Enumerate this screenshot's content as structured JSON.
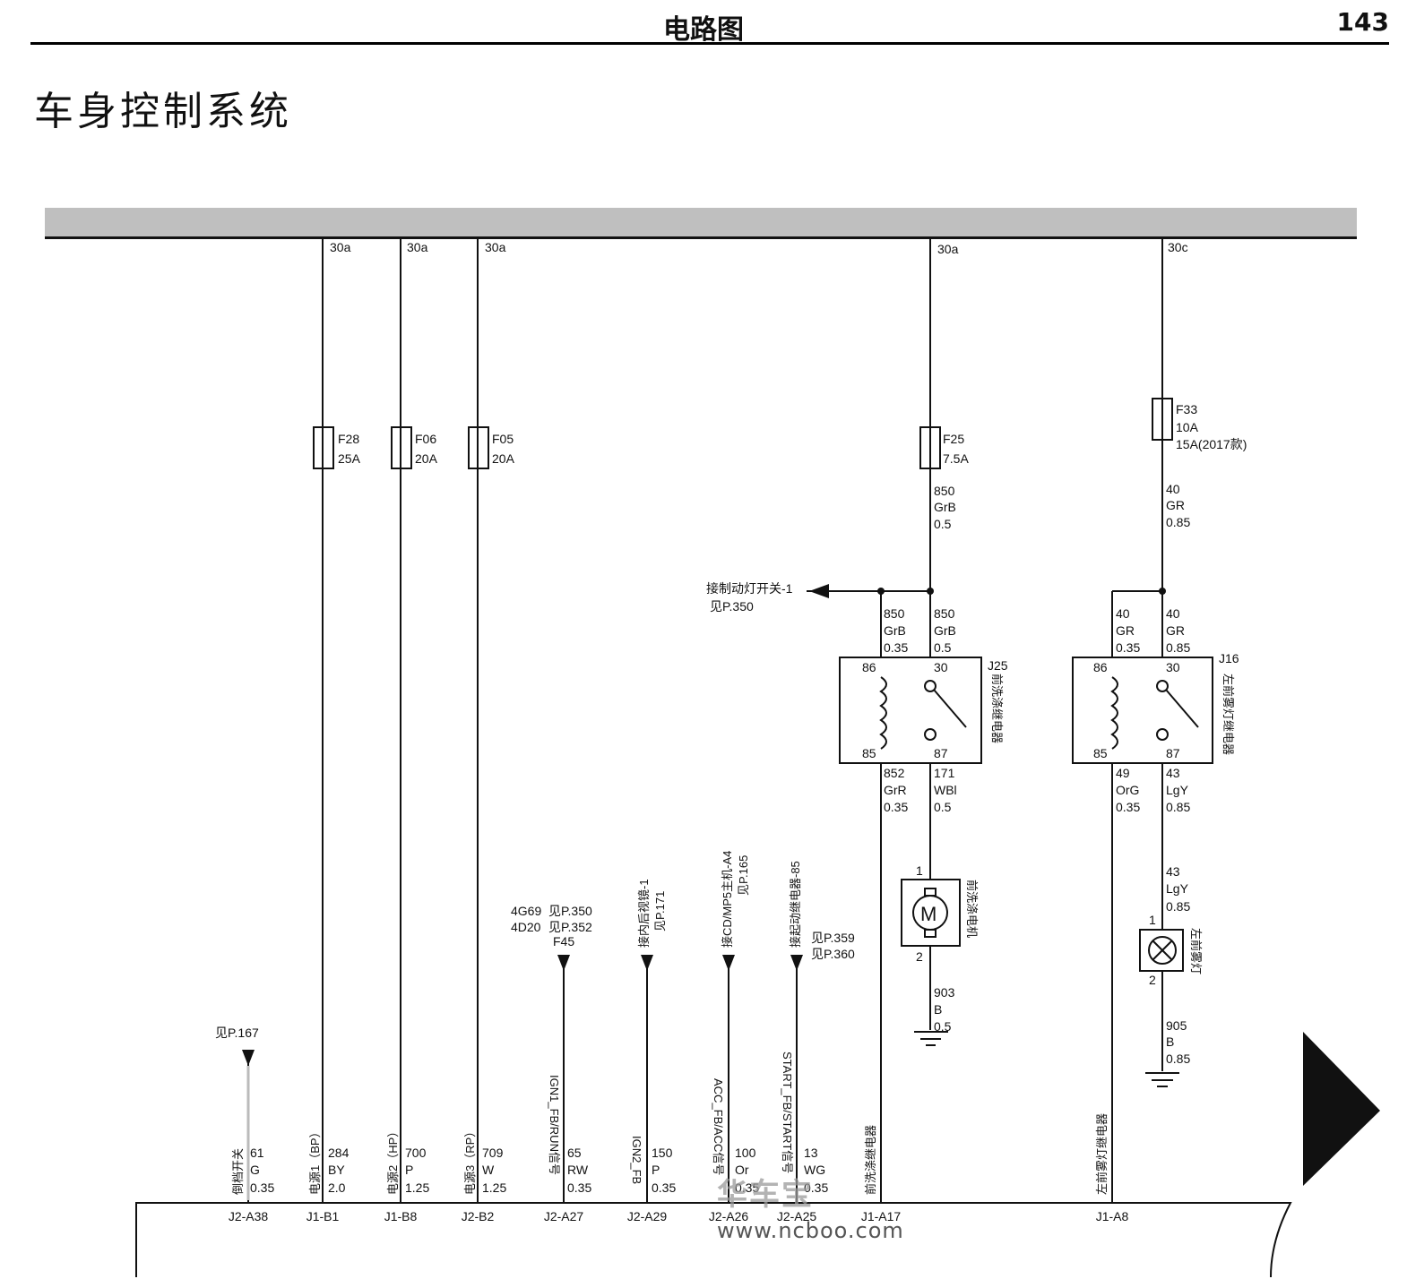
{
  "header": {
    "title": "电路图",
    "page": "143"
  },
  "section_title": "车身控制系统",
  "watermark": {
    "brand": "华车宝",
    "url": "www.ncboo.com"
  },
  "fuses": {
    "f28": {
      "feed": "30a",
      "name": "F28",
      "rating": "25A"
    },
    "f06": {
      "feed": "30a",
      "name": "F06",
      "rating": "20A"
    },
    "f05": {
      "feed": "30a",
      "name": "F05",
      "rating": "20A"
    },
    "f25": {
      "feed": "30a",
      "name": "F25",
      "rating": "7.5A"
    },
    "f33": {
      "feed": "30c",
      "name": "F33",
      "rating": "10A",
      "rating2": "15A(2017款)"
    }
  },
  "wires": {
    "w850a": {
      "num": "850",
      "color": "GrB",
      "size": "0.5"
    },
    "w40a": {
      "num": "40",
      "color": "GR",
      "size": "0.85"
    },
    "w850b": {
      "num": "850",
      "color": "GrB",
      "size": "0.35"
    },
    "w850c": {
      "num": "850",
      "color": "GrB",
      "size": "0.5"
    },
    "w40b": {
      "num": "40",
      "color": "GR",
      "size": "0.35"
    },
    "w40c": {
      "num": "40",
      "color": "GR",
      "size": "0.85"
    },
    "w852": {
      "num": "852",
      "color": "GrR",
      "size": "0.35"
    },
    "w171": {
      "num": "171",
      "color": "WBl",
      "size": "0.5"
    },
    "w49": {
      "num": "49",
      "color": "OrG",
      "size": "0.35"
    },
    "w43a": {
      "num": "43",
      "color": "LgY",
      "size": "0.85"
    },
    "w43b": {
      "num": "43",
      "color": "LgY",
      "size": "0.85"
    },
    "w903": {
      "num": "903",
      "color": "B",
      "size": "0.5"
    },
    "w905": {
      "num": "905",
      "color": "B",
      "size": "0.85"
    },
    "w61": {
      "num": "61",
      "color": "G",
      "size": "0.35"
    },
    "w284": {
      "num": "284",
      "color": "BY",
      "size": "2.0"
    },
    "w700": {
      "num": "700",
      "color": "P",
      "size": "1.25"
    },
    "w709": {
      "num": "709",
      "color": "W",
      "size": "1.25"
    },
    "w65": {
      "num": "65",
      "color": "RW",
      "size": "0.35"
    },
    "w150": {
      "num": "150",
      "color": "P",
      "size": "0.35"
    },
    "w100": {
      "num": "100",
      "color": "Or",
      "size": "0.35"
    },
    "w13": {
      "num": "13",
      "color": "WG",
      "size": "0.35"
    }
  },
  "relays": {
    "j25": {
      "id": "J25",
      "name": "前洗涤继电器",
      "p86": "86",
      "p85": "85",
      "p30": "30",
      "p87": "87"
    },
    "j16": {
      "id": "J16",
      "name": "左前雾灯继电器",
      "p86": "86",
      "p85": "85",
      "p30": "30",
      "p87": "87"
    }
  },
  "components": {
    "motor": {
      "name": "前洗涤电机",
      "symbol": "M",
      "pin1": "1",
      "pin2": "2"
    },
    "lamp": {
      "name": "左前雾灯",
      "pin1": "1",
      "pin2": "2"
    }
  },
  "refs": {
    "brake_switch": {
      "text": "接制动灯开关-1",
      "page": "见P.350"
    },
    "f45": {
      "line1": "4G69",
      "line1_page": "见P.350",
      "line2": "4D20",
      "line2_page": "见P.352",
      "name": "F45"
    },
    "dome": {
      "text": "接内后视镜-1",
      "page": "见P.171"
    },
    "cd": {
      "text": "接CD/MP5主机-A4",
      "page": "见P.165"
    },
    "start": {
      "text": "接起动继电器-85",
      "page1": "见P.359",
      "page2": "见P.360"
    },
    "left_top": {
      "text": "见P.167"
    }
  },
  "signals": {
    "s1": "倒档开关",
    "s2": "电源1（BP）",
    "s3": "电源2（HP）",
    "s4": "电源3（RP）",
    "s5": "IGN1_FB/RUN信号",
    "s6": "IGN2_FB",
    "s7": "ACC_FB/ACC信号",
    "s8": "START_FB/START信号",
    "s9": "前洗涤继电器",
    "s10": "左前雾灯继电器"
  },
  "connectors": [
    "J2-A38",
    "J1-B1",
    "J1-B8",
    "J2-B2",
    "J2-A27",
    "J2-A29",
    "J2-A26",
    "J2-A25",
    "J1-A17",
    "J1-A8"
  ]
}
